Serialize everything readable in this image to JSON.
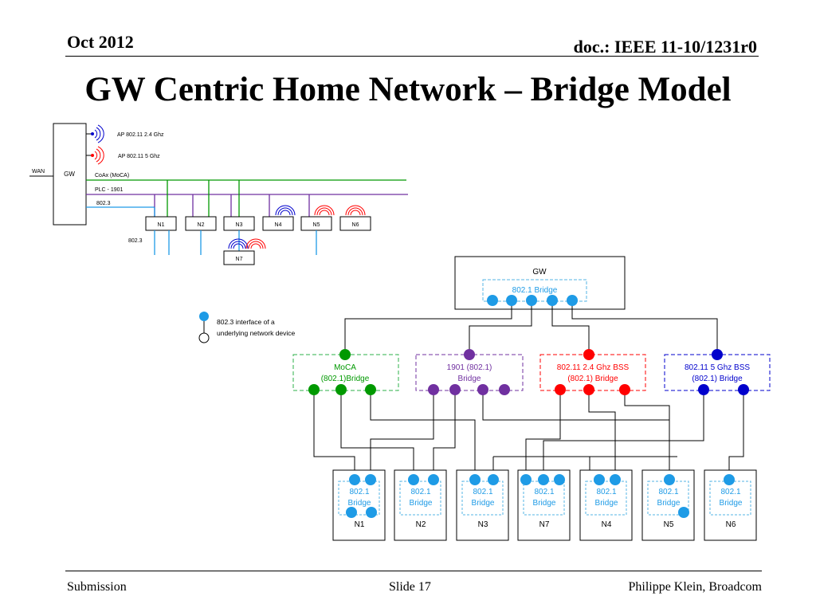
{
  "header": {
    "date": "Oct 2012",
    "doc_id": "doc.: IEEE 11-10/1231r0"
  },
  "title": "GW Centric Home Network – Bridge Model",
  "footer": {
    "left": "Submission",
    "center": "Slide 17",
    "right": "Philippe Klein, Broadcom"
  },
  "colors": {
    "moca": "#009900",
    "plc": "#7030A0",
    "wifi24": "#FF0000",
    "wifi5": "#0000CC",
    "eth": "#1E9BE6",
    "bridge": "#55B4E6"
  },
  "top_diagram": {
    "gw": "GW",
    "wan": "WAN",
    "ap24": "AP 802.11 2.4 Ghz",
    "ap5": "AP 802.11 5 Ghz",
    "coax": "CoAx (MoCA)",
    "plc": "PLC - 1901",
    "eth": "802.3",
    "eth_below": "802.3",
    "nodes": [
      "N1",
      "N2",
      "N3",
      "N4",
      "N5",
      "N6"
    ],
    "n7": "N7"
  },
  "legend": {
    "line1": "802.3 interface of a",
    "line2": "underlying network device"
  },
  "bottom_diagram": {
    "gw": "GW",
    "gw_bridge": "802.1 Bridge",
    "moca": [
      "MoCA",
      "(802.1)Bridge"
    ],
    "plc": [
      "1901 (802.1)",
      "Bridge"
    ],
    "wifi24": [
      "802.11 2.4 Ghz BSS",
      "(802.1) Bridge"
    ],
    "wifi5": [
      "802.11 5 Ghz BSS",
      "(802.1) Bridge"
    ],
    "node_bridge": [
      "802.1",
      "Bridge"
    ],
    "nodes": [
      "N1",
      "N2",
      "N3",
      "N7",
      "N4",
      "N5",
      "N6"
    ]
  }
}
